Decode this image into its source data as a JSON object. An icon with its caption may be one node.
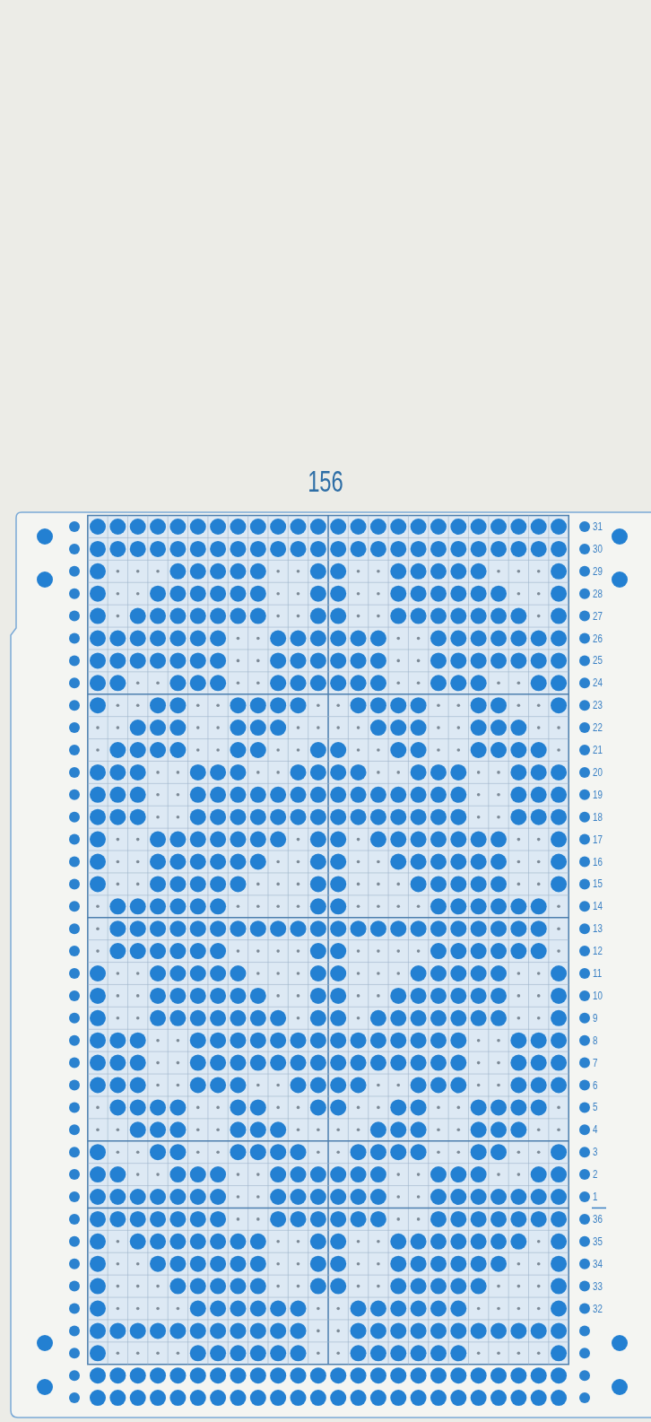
{
  "diagram": {
    "title": "156",
    "labels": [
      "31",
      "30",
      "29",
      "28",
      "27",
      "26",
      "25",
      "24",
      "23",
      "22",
      "21",
      "20",
      "19",
      "18",
      "17",
      "16",
      "15",
      "14",
      "13",
      "12",
      "11",
      "10",
      "9",
      "8",
      "7",
      "6",
      "5",
      "4",
      "3",
      "2",
      "1",
      "36",
      "35",
      "34",
      "33",
      "32"
    ]
  }
}
